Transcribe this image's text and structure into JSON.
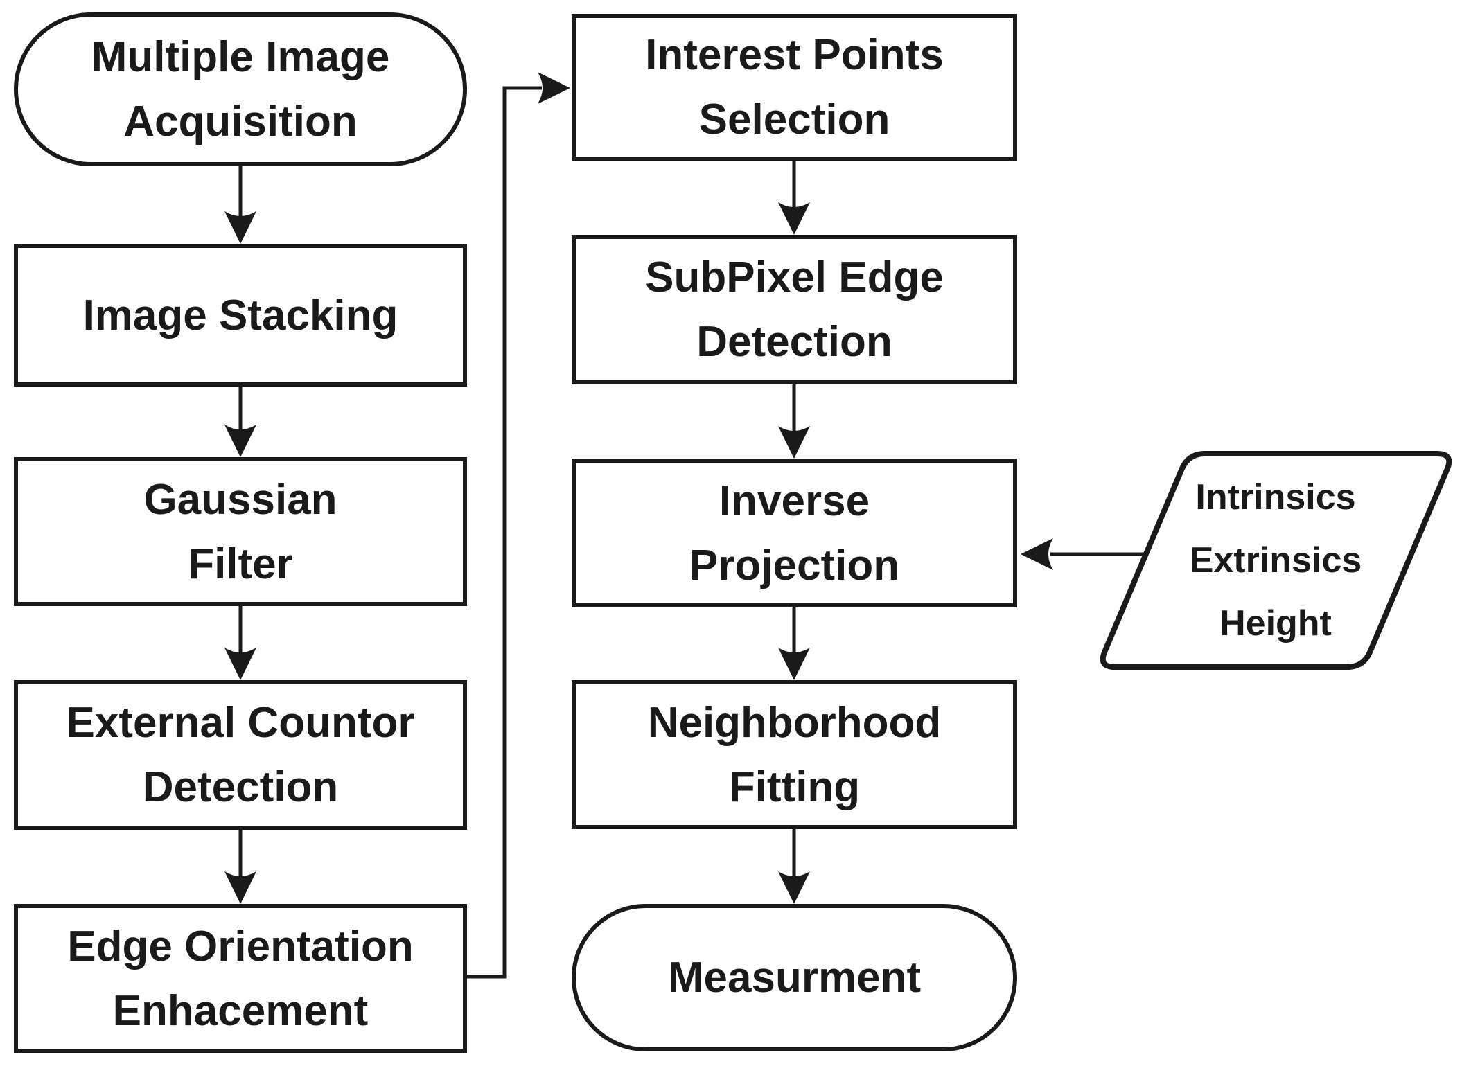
{
  "colors": {
    "stroke": "#1a1a1a",
    "text": "#1a1a1a",
    "background": "#ffffff"
  },
  "nodes": {
    "multiple_image_acquisition": {
      "label": "Multiple Image\nAcquisition",
      "shape": "stadium"
    },
    "image_stacking": {
      "label": "Image Stacking",
      "shape": "rectangle"
    },
    "gaussian_filter": {
      "label": "Gaussian\nFilter",
      "shape": "rectangle"
    },
    "external_countor_detection": {
      "label": "External Countor\nDetection",
      "shape": "rectangle"
    },
    "edge_orientation_enhacement": {
      "label": "Edge Orientation\nEnhacement",
      "shape": "rectangle"
    },
    "interest_points_selection": {
      "label": "Interest Points\nSelection",
      "shape": "rectangle"
    },
    "subpixel_edge_detection": {
      "label": "SubPixel Edge\nDetection",
      "shape": "rectangle"
    },
    "inverse_projection": {
      "label": "Inverse\nProjection",
      "shape": "rectangle"
    },
    "neighborhood_fitting": {
      "label": "Neighborhood\nFitting",
      "shape": "rectangle"
    },
    "measurment": {
      "label": "Measurment",
      "shape": "stadium"
    },
    "intrinsics_extrinsics_height": {
      "label": "Intrinsics\nExtrinsics\nHeight",
      "shape": "parallelogram"
    }
  },
  "edges": [
    {
      "from": "multiple_image_acquisition",
      "to": "image_stacking"
    },
    {
      "from": "image_stacking",
      "to": "gaussian_filter"
    },
    {
      "from": "gaussian_filter",
      "to": "external_countor_detection"
    },
    {
      "from": "external_countor_detection",
      "to": "edge_orientation_enhacement"
    },
    {
      "from": "edge_orientation_enhacement",
      "to": "interest_points_selection"
    },
    {
      "from": "interest_points_selection",
      "to": "subpixel_edge_detection"
    },
    {
      "from": "subpixel_edge_detection",
      "to": "inverse_projection"
    },
    {
      "from": "inverse_projection",
      "to": "neighborhood_fitting"
    },
    {
      "from": "neighborhood_fitting",
      "to": "measurment"
    },
    {
      "from": "intrinsics_extrinsics_height",
      "to": "inverse_projection"
    }
  ]
}
